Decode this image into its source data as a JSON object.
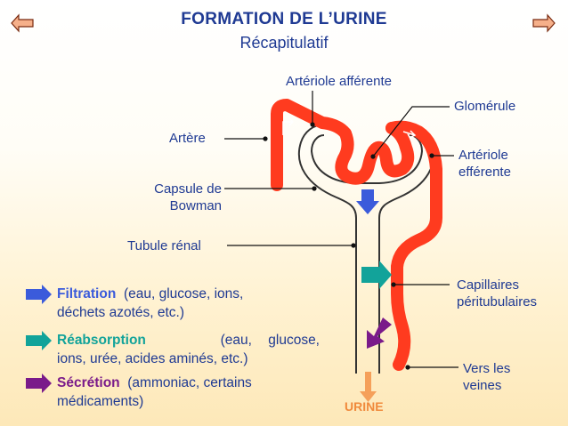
{
  "title": "FORMATION DE L’URINE",
  "subtitle": "Récapitulatif",
  "labels": {
    "arteriole_afferente": "Artériole afférente",
    "glomerule": "Glomérule",
    "artere": "Artère",
    "arteriole_efferente_1": "Artériole",
    "arteriole_efferente_2": "efférente",
    "capsule_1": "Capsule de",
    "capsule_2": "Bowman",
    "tubule": "Tubule rénal",
    "capillaires_1": "Capillaires",
    "capillaires_2": "péritubulaires",
    "veines_1": "Vers les",
    "veines_2": "veines",
    "urine": "URINE"
  },
  "legend": [
    {
      "term": "Filtration",
      "line1_rest": "(eau, glucose, ions,",
      "line2": "déchets azotés, etc.)",
      "color": "#3b5bdb"
    },
    {
      "term": "Réabsorption",
      "line1_rest": "(eau, glucose,",
      "line2": "ions, urée, acides aminés, etc.)",
      "color": "#12a39a"
    },
    {
      "term": "Sécrétion",
      "line1_rest": "(ammoniac, certains",
      "line2": "médicaments)",
      "color": "#7a1a8a"
    }
  ],
  "colors": {
    "vessel": "#ff3b1f",
    "tubule_outline": "#333333",
    "text": "#1f3a93",
    "filtration": "#3b5bdb",
    "reabsorption": "#12a39a",
    "secretion": "#7a1a8a",
    "urine_arrow": "#f5a05a"
  },
  "icons": {
    "nav_left": "arrow-left-icon",
    "nav_right": "arrow-right-icon"
  }
}
